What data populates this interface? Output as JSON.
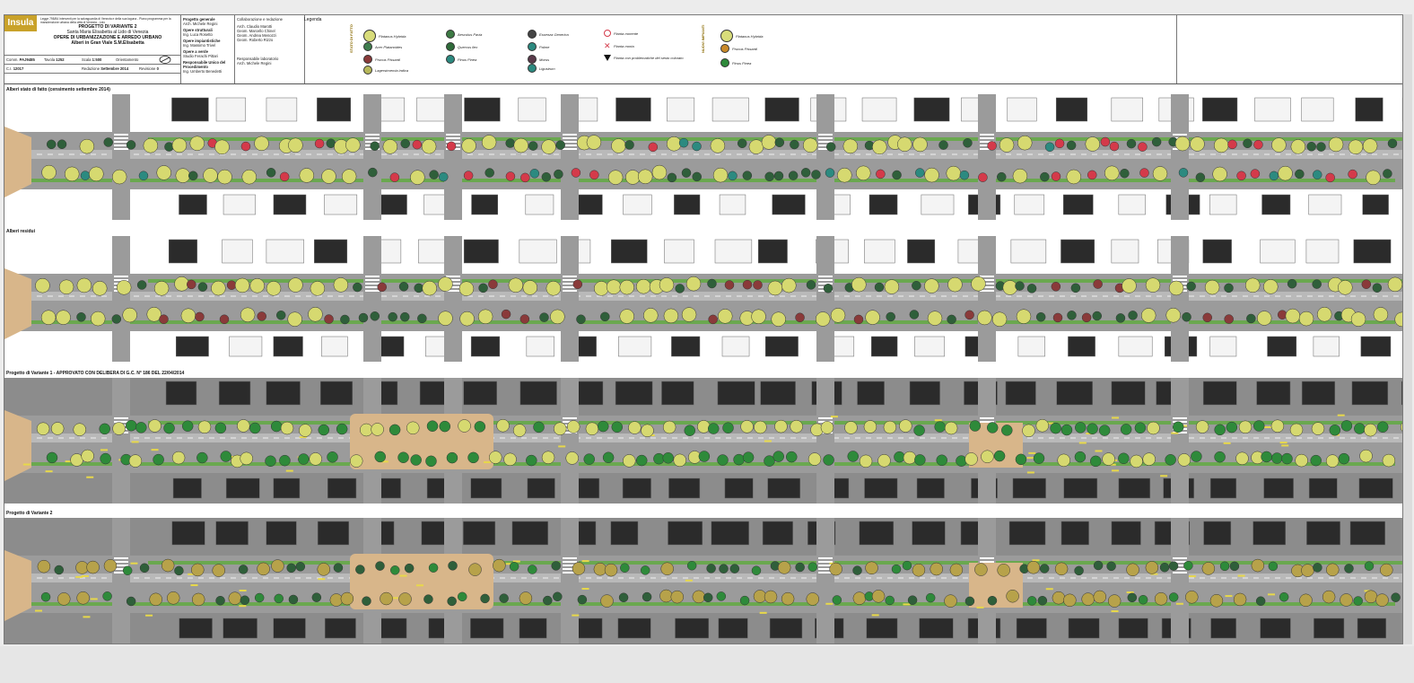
{
  "titleblock": {
    "brand": "Insula",
    "law_note": "Legge 798/84 Interventi per la salvaguardia di Venezia e della sua laguna - Piano programma per la manutenzione urbana della città di Venezia - Lido",
    "project_title": "PROGETTO DI VARIANTE 2",
    "location": "Santa Maria Elisabetta al Lido di Venezia",
    "works": "OPERE DI URBANIZZAZIONE E ARREDO URBANO",
    "subject": "Alberi in Gran Viale S.M.Elisabetta",
    "fields": [
      {
        "label": "Comm.",
        "value": "PAJ9485"
      },
      {
        "label": "Tavola",
        "value": "1252"
      },
      {
        "label": "Scala",
        "value": "1:500"
      },
      {
        "label": "Orientamento",
        "value": ""
      },
      {
        "label": "C.I.",
        "value": "12017"
      },
      {
        "label": "Redazione",
        "value": "Settembre 2014"
      },
      {
        "label": "Revisione",
        "value": "0"
      }
    ],
    "roles": [
      {
        "role": "Progetto generale",
        "name": "Arch. Michele Regini"
      },
      {
        "role": "Opere strutturali",
        "name": "Ing. Luca Rosetto"
      },
      {
        "role": "Opere impiantistiche",
        "name": "Ing. Massimo Trivel"
      },
      {
        "role": "Opere a verde",
        "name": "Studio Ferachi Pittari"
      },
      {
        "role": "Responsabile Unico del Procedimento",
        "name": "Ing. Umberto Benedetti"
      }
    ],
    "collab_title": "Collaborazione e redazione",
    "collab": [
      "Arch. Claudio Marotti",
      "Geom. Marcello Chinel",
      "Geom. Andrea Menozzi",
      "Geom. Roberto Rizzo"
    ],
    "resp_title": "Responsabile laboratorio",
    "resp_name": "Arch. Michele Regini"
  },
  "legend": {
    "title": "Legenda",
    "group1_label": "STATO DI FATTO",
    "group2_label": "NUOVI IMPIANTI",
    "items": [
      {
        "label": "Platanus Hybrida",
        "color": "#d8dc7a"
      },
      {
        "label": "Acer Platanoides",
        "color": "#3f7d4e"
      },
      {
        "label": "Prunus Pissardi",
        "color": "#8a3a3a"
      },
      {
        "label": "Lagerstroemia indica",
        "color": "#b7b85a"
      },
      {
        "label": "Aesculus Pavia",
        "color": "#3d7a44"
      },
      {
        "label": "Quercus ilex",
        "color": "#2f6b3a"
      },
      {
        "label": "Pinus Pinea",
        "color": "#2c8a80"
      },
      {
        "label": "Essenza Generica",
        "color": "#444444"
      },
      {
        "label": "Palme",
        "color": "#2c8a80"
      },
      {
        "label": "Morus",
        "color": "#5a3a4a"
      },
      {
        "label": "Ligustrum",
        "color": "#2c8a80"
      },
      {
        "label": "Pianta morente",
        "color": "#d43a4a"
      },
      {
        "label": "Pianta morta",
        "color": "#d43a4a"
      },
      {
        "label": "Pianta con problematiche del sesto colorato",
        "color": "#111111"
      },
      {
        "label": "Platanus Hybrida",
        "color": "#d8dc7a"
      },
      {
        "label": "Prunus Pissardi",
        "color": "#c98a2a"
      },
      {
        "label": "Pinus Pinea",
        "color": "#2e8a3a"
      }
    ]
  },
  "sections": [
    {
      "title": "Alberi stato di fatto (censimento settembre 2014)"
    },
    {
      "title": "Alberi residui"
    },
    {
      "title": "Progetto di Variante 1 - APPROVATO CON DELIBERA DI G.C. N° 186 DEL 22/04/2014"
    },
    {
      "title": "Progetto di Variante 2"
    }
  ],
  "colors": {
    "road": "#9b9b9b",
    "lane": "#b9b9b9",
    "green_strip": "#6aa84f",
    "building": "#2b2b2b",
    "plaza": "#d8b68a",
    "tree_platanus": "#d6d970",
    "tree_green": "#2e8a3a",
    "tree_dark": "#2f5f3a",
    "tree_red": "#d43a4a",
    "yellow_mark": "#e7d84a"
  }
}
